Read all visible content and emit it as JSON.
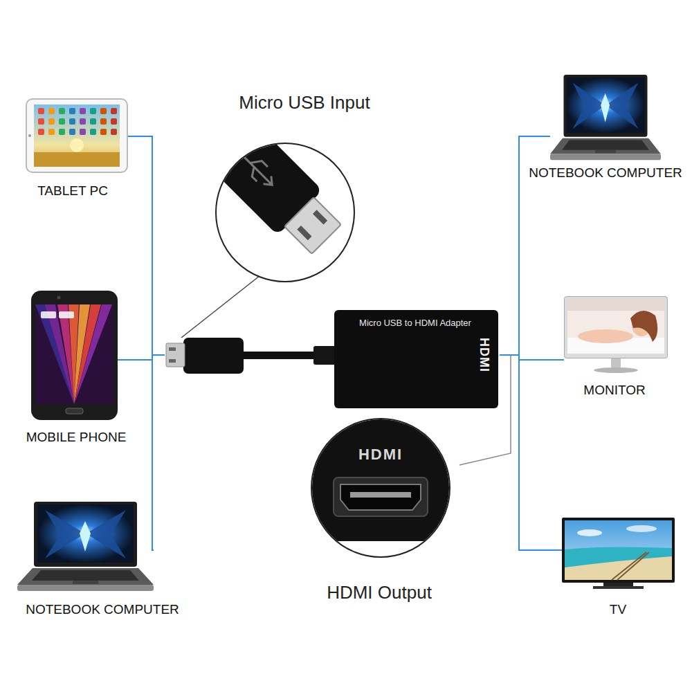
{
  "diagram": {
    "nodes": [
      {
        "text": [
          "TABLET PC"
        ]
      },
      {
        "text": [
          "MOBILE PHONE"
        ]
      },
      {
        "text": [
          "NOTEBOOK COMPUTER"
        ]
      },
      {
        "text": [
          "Micro USB to HDMI Adapter",
          "HDMI"
        ]
      },
      {
        "text": [
          "NOTEBOOK COMPUTER"
        ]
      },
      {
        "text": [
          "MONITOR"
        ]
      },
      {
        "text": [
          "TV"
        ]
      }
    ],
    "edges": [
      {
        "from": 0,
        "to": 3,
        "arrow": "none"
      },
      {
        "from": 1,
        "to": 3,
        "arrow": "none"
      },
      {
        "from": 2,
        "to": 3,
        "arrow": "none"
      },
      {
        "from": 3,
        "to": 4,
        "arrow": "none"
      },
      {
        "from": 3,
        "to": 5,
        "arrow": "none"
      },
      {
        "from": 3,
        "to": 6,
        "arrow": "none"
      }
    ],
    "labels": [
      "Micro USB Input",
      "HDMI",
      "HDMI Output"
    ]
  }
}
